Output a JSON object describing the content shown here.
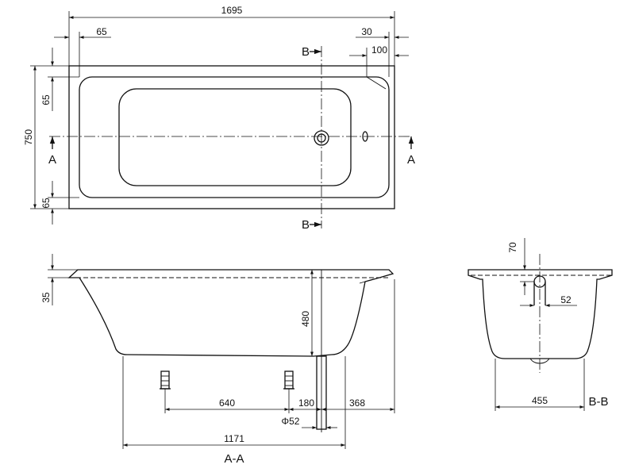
{
  "top_view": {
    "length": "1695",
    "width": "750",
    "rim_left": "65",
    "rim_right": "30",
    "overflow_offset": "100",
    "rim_side_top": "65",
    "rim_side_bottom": "65",
    "section_aa": "A",
    "section_bb": "B"
  },
  "side_view": {
    "rim_height": "35",
    "depth": "480",
    "foot_spacing": "640",
    "drain_offset": "180",
    "drain_end": "368",
    "drain_diameter": "Φ52",
    "base_length": "1171",
    "section_label": "A-A"
  },
  "end_view": {
    "overflow_height": "70",
    "drain_offset": "52",
    "bottom_width": "455",
    "section_label": "B-B"
  }
}
